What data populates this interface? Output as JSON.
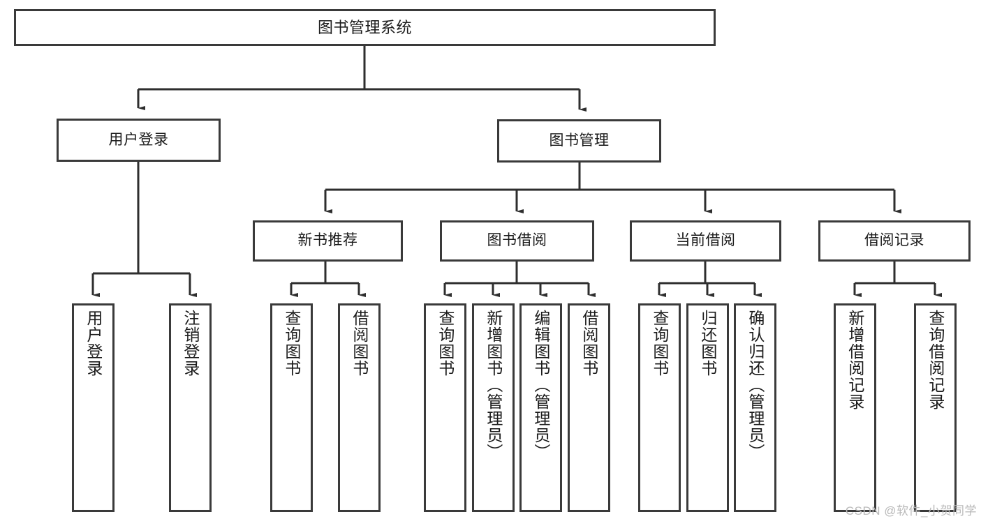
{
  "diagram": {
    "type": "tree",
    "title": "图书管理系统",
    "watermark": "CSDN @软件_小贺同学",
    "colors": {
      "border": "#3a3a3a",
      "background": "#ffffff",
      "text": "#1b1b1b",
      "watermark": "#b9b9b9"
    },
    "nodes": {
      "root": {
        "label": "图书管理系统"
      },
      "level2": [
        {
          "label": "用户登录"
        },
        {
          "label": "图书管理"
        }
      ],
      "level3": [
        {
          "label": "新书推荐"
        },
        {
          "label": "图书借阅"
        },
        {
          "label": "当前借阅"
        },
        {
          "label": "借阅记录"
        }
      ],
      "leaves": {
        "user_login": [
          {
            "label": "用户登录"
          },
          {
            "label": "注销登录"
          }
        ],
        "new_book": [
          {
            "label": "查询图书"
          },
          {
            "label": "借阅图书"
          }
        ],
        "book_borrow": [
          {
            "label": "查询图书"
          },
          {
            "label": "新增图书（管理员）"
          },
          {
            "label": "编辑图书（管理员）"
          },
          {
            "label": "借阅图书"
          }
        ],
        "current_borrow": [
          {
            "label": "查询图书"
          },
          {
            "label": "归还图书"
          },
          {
            "label": "确认归还（管理员）"
          }
        ],
        "borrow_record": [
          {
            "label": "新增借阅记录"
          },
          {
            "label": "查询借阅记录"
          }
        ]
      }
    }
  }
}
